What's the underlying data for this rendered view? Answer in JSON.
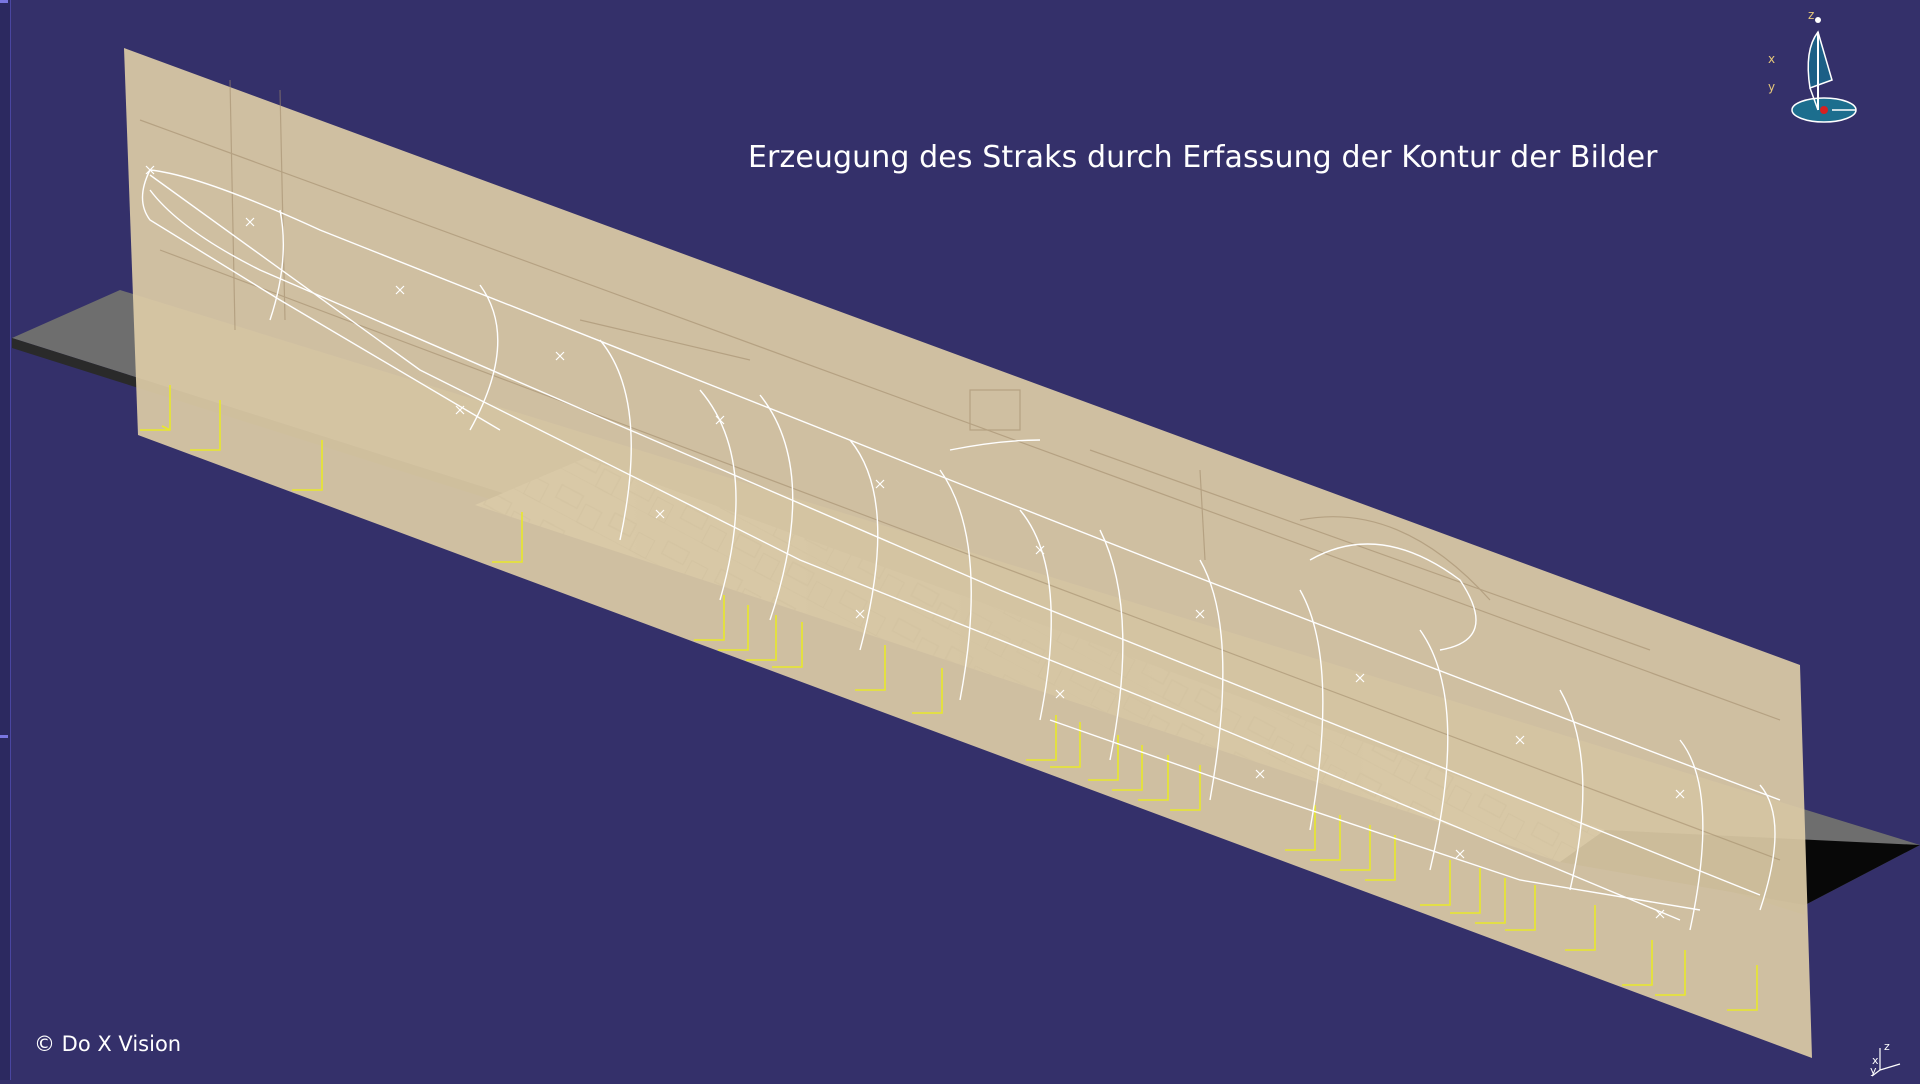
{
  "viewer": {
    "caption": "Erzeugung des Straks durch Erfassung der Kontur der Bilder",
    "copyright": "© Do X Vision",
    "background_color": "#34306a"
  },
  "compass": {
    "axis_z": "z",
    "axis_x": "x",
    "axis_y": "y",
    "icon": "3d-compass-icon"
  },
  "mini_axis": {
    "axis_x": "x",
    "axis_y": "y",
    "axis_z": "z",
    "icon": "axis-triad-icon"
  },
  "colors": {
    "drawing_plane": "#dccaa6",
    "wireframe": "#ffffff",
    "support_points": "#e8e82a",
    "ground_plane": "#6a6a6a"
  }
}
